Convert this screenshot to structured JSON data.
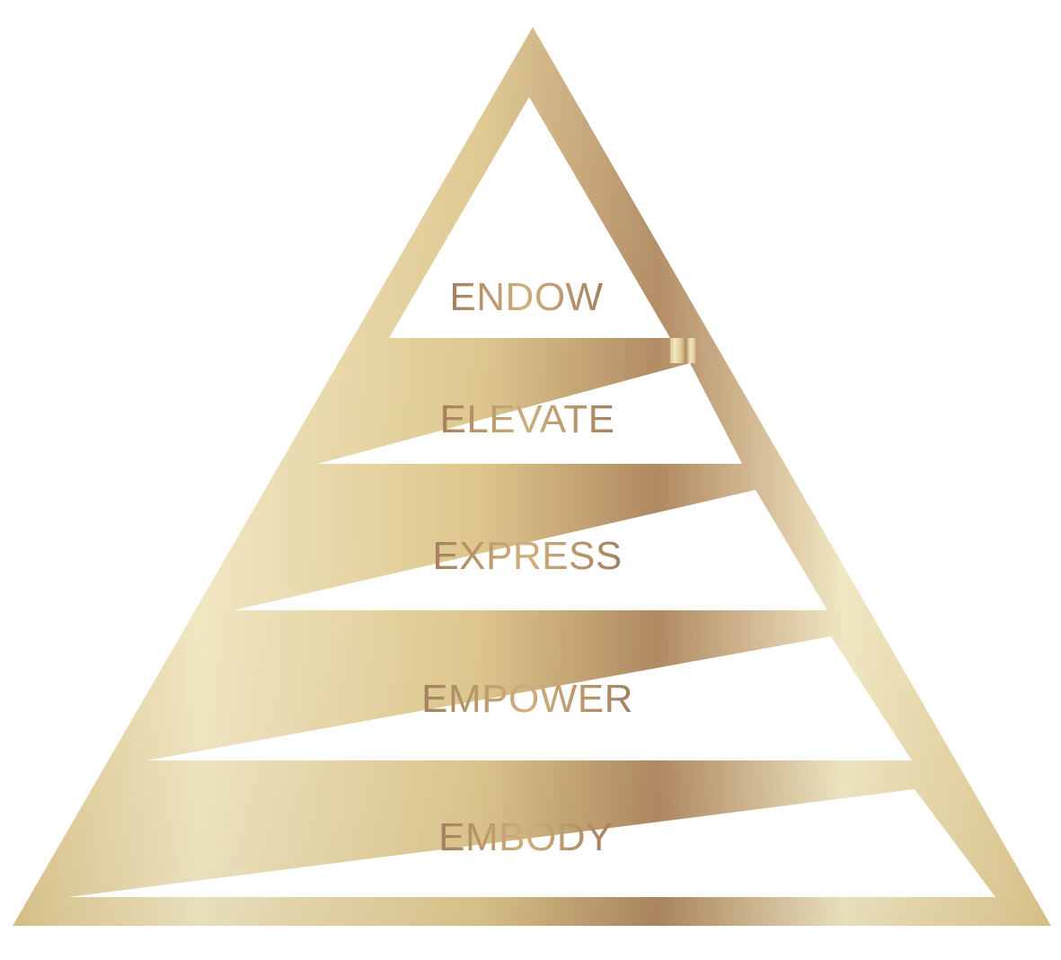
{
  "pyramid": {
    "tiers": [
      {
        "label": "ENDOW"
      },
      {
        "label": "ELEVATE"
      },
      {
        "label": "EXPRESS"
      },
      {
        "label": "EMPOWER"
      },
      {
        "label": "EMBODY"
      }
    ]
  },
  "colors": {
    "gold_light": "#f1e7c3",
    "gold_mid": "#ddc68c",
    "gold_dark": "#b08960",
    "label_light": "#cdb07c",
    "label_dark": "#a47f5e",
    "background": "#ffffff"
  }
}
